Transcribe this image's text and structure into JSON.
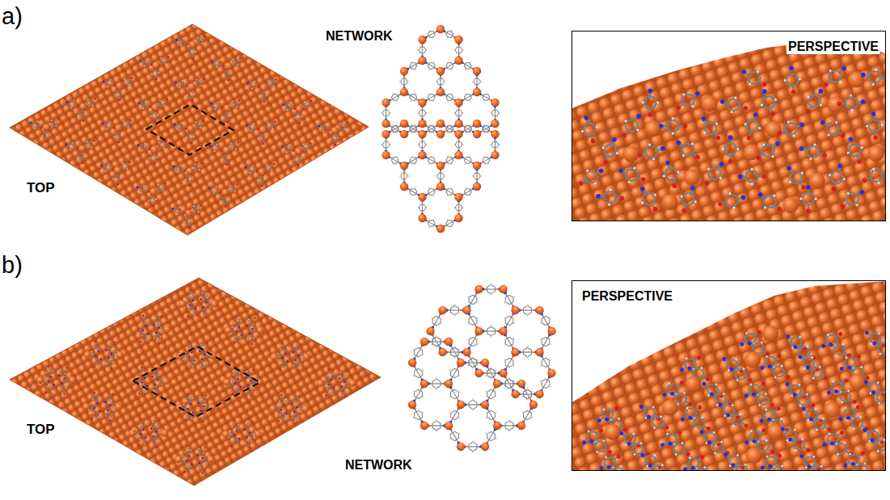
{
  "diagram": {
    "nodes": [
      {
        "text": [
          "PERSPECTIVE"
        ]
      },
      {
        "text": [
          "PERSPECTIVE"
        ]
      }
    ],
    "labels": [
      "a)",
      "TOP",
      "NETWORK",
      "b)",
      "TOP",
      "NETWORK"
    ]
  }
}
